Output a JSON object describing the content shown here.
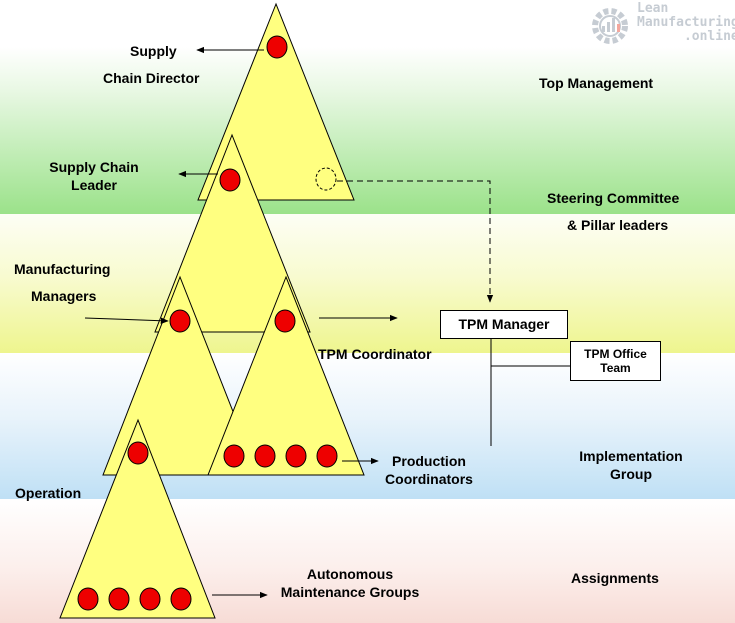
{
  "logo": {
    "line1": "Lean",
    "line2": "Manufacturing",
    "line3": ".online",
    "icon": "gear-chart-icon"
  },
  "bands": {
    "top": "Top Management",
    "steering_line1": "Steering Committee",
    "steering_line2": "& Pillar leaders",
    "implementation_line1": "Implementation",
    "implementation_line2": "Group",
    "assignments": "Assignments"
  },
  "roles": {
    "supply_line1": "Supply",
    "supply_line2": "Chain Director",
    "supply_chain_leader_line1": "Supply Chain",
    "supply_chain_leader_line2": "Leader",
    "manufacturing_line1": "Manufacturing",
    "manufacturing_line2": "Managers",
    "tpm_coordinator": "TPM Coordinator",
    "production_line1": "Production",
    "production_line2": "Coordinators",
    "operation": "Operation",
    "autonomous_line1": "Autonomous",
    "autonomous_line2": "Maintenance Groups"
  },
  "boxes": {
    "tpm_manager": "TPM Manager",
    "tpm_office_line1": "TPM Office",
    "tpm_office_line2": "Team"
  },
  "colors": {
    "triangle": "#ffff80",
    "dot": "#ee0000",
    "band_top": "#9be28a",
    "band_steer": "#eef58e",
    "band_impl": "#bfe0f5",
    "band_assign": "#f7dcd6"
  }
}
